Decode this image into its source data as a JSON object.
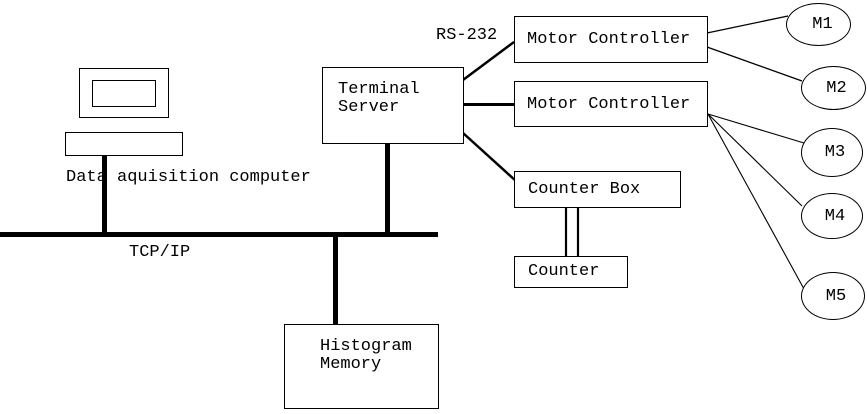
{
  "diagram": {
    "background_color": "#ffffff",
    "line_color": "#000000",
    "labels": {
      "computer_caption": "Data aquisition computer",
      "bus": "TCP/IP",
      "serial_link": "RS-232"
    },
    "nodes": {
      "terminal_server": {
        "lines": [
          "Terminal",
          "Server"
        ]
      },
      "motor_controller_1": {
        "label": "Motor Controller"
      },
      "motor_controller_2": {
        "label": "Motor Controller"
      },
      "counter_box": {
        "label": "Counter Box"
      },
      "counter": {
        "label": "Counter"
      },
      "histogram_memory": {
        "lines": [
          "Histogram",
          "Memory"
        ]
      },
      "motors": [
        {
          "label": "M1"
        },
        {
          "label": "M2"
        },
        {
          "label": "M3"
        },
        {
          "label": "M4"
        },
        {
          "label": "M5"
        }
      ]
    },
    "edges": [
      {
        "from": "data-aquisition-computer",
        "to": "tcp-ip-bus"
      },
      {
        "from": "terminal-server",
        "to": "tcp-ip-bus"
      },
      {
        "from": "tcp-ip-bus",
        "to": "histogram-memory"
      },
      {
        "from": "terminal-server",
        "to": "motor-controller-1",
        "label": "RS-232"
      },
      {
        "from": "terminal-server",
        "to": "motor-controller-2"
      },
      {
        "from": "terminal-server",
        "to": "counter-box"
      },
      {
        "from": "motor-controller-1",
        "to": "motor-m1"
      },
      {
        "from": "motor-controller-1",
        "to": "motor-m2"
      },
      {
        "from": "motor-controller-2",
        "to": "motor-m3"
      },
      {
        "from": "motor-controller-2",
        "to": "motor-m4"
      },
      {
        "from": "motor-controller-2",
        "to": "motor-m5"
      },
      {
        "from": "counter-box",
        "to": "counter",
        "style": "double-line"
      }
    ]
  }
}
